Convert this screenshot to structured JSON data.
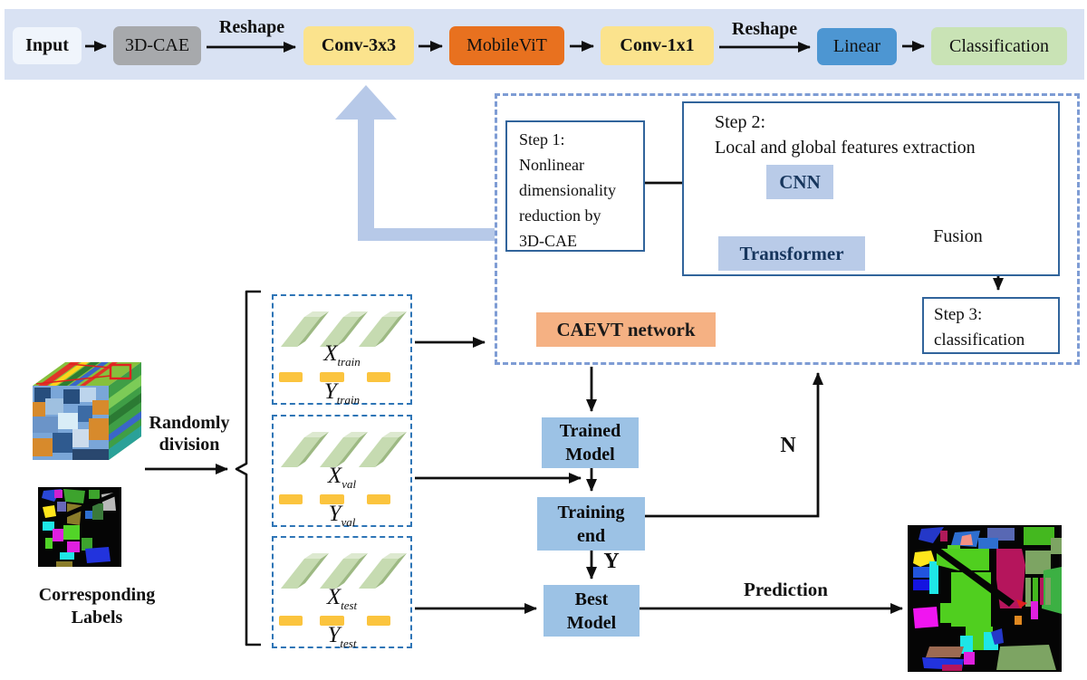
{
  "pipeline": {
    "reshape1": "Reshape",
    "reshape2": "Reshape",
    "nodes": [
      {
        "label": "Input",
        "bg": "#f0f5fc"
      },
      {
        "label": "3D-CAE",
        "bg": "#a7a9ac"
      },
      {
        "label": "Conv-3x3",
        "bg": "#fbe38d"
      },
      {
        "label": "MobileViT",
        "bg": "#e8711f"
      },
      {
        "label": "Conv-1x1",
        "bg": "#fbe38d"
      },
      {
        "label": "Linear",
        "bg": "#4d96d2"
      },
      {
        "label": "Classification",
        "bg": "#c9e3b5"
      }
    ]
  },
  "caevt": {
    "network_label": "CAEVT network",
    "step1_lines": [
      "Step 1:",
      "Nonlinear",
      "dimensionality",
      "reduction by",
      "3D-CAE"
    ],
    "step2_line1": "Step 2:",
    "step2_line2": "Local and global features extraction",
    "cnn": "CNN",
    "transformer": "Transformer",
    "fusion": "Fusion",
    "step3_line1": "Step 3:",
    "step3_line2": "classification"
  },
  "inputs": {
    "randomly_line1": "Randomly",
    "randomly_line2": "division",
    "labels_line1": "Corresponding",
    "labels_line2": "Labels"
  },
  "splits": [
    {
      "x": "X",
      "x_sub": "train",
      "y": "Y",
      "y_sub": "train"
    },
    {
      "x": "X",
      "x_sub": "val",
      "y": "Y",
      "y_sub": "val"
    },
    {
      "x": "X",
      "x_sub": "test",
      "y": "Y",
      "y_sub": "test"
    }
  ],
  "training": {
    "trained_line1": "Trained",
    "trained_line2": "Model",
    "end_line1": "Training",
    "end_line2": "end",
    "best_line1": "Best",
    "best_line2": "Model",
    "no": "N",
    "yes": "Y",
    "prediction": "Prediction"
  },
  "colors": {
    "band_bg": "#d9e2f3",
    "caevt_bg": "#f5b183",
    "model_box_bg": "#9cc2e5",
    "nn_box_bg": "#b9cbe8",
    "big_arrow": "#b7c9e8",
    "outer_dash": "#7e9cd4",
    "inner_dash": "#2e75b6",
    "step_border": "#31649b",
    "bar_yellow": "#fbc43e",
    "block_front": "#c6dbb1",
    "block_side": "#9db983",
    "block_top": "#dde9d0"
  }
}
